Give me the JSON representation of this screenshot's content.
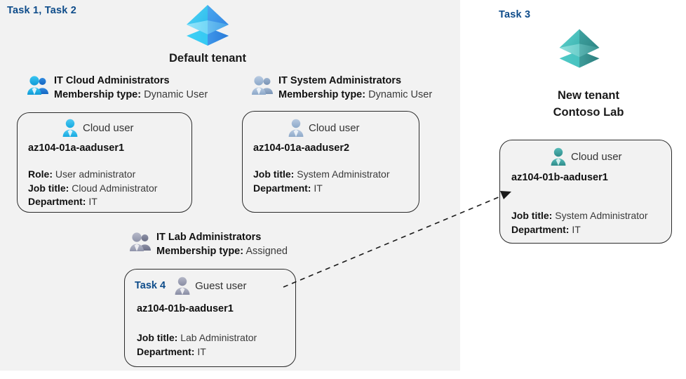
{
  "panels": {
    "left": {
      "task_label": "Task 1, Task 2"
    },
    "right": {
      "task_label": "Task 3"
    }
  },
  "tenants": {
    "default": {
      "caption": "Default tenant",
      "icon": "tenant-icon",
      "color": "#32bdf0"
    },
    "new": {
      "caption_line1": "New  tenant",
      "caption_line2": "Contoso Lab",
      "icon": "tenant-icon",
      "color": "#3fb6b6"
    }
  },
  "groups": [
    {
      "name": "IT Cloud Administrators",
      "meta_label": "Membership type:",
      "meta_value": "Dynamic User",
      "icon": "group-users-icon",
      "color": "#1aaee5"
    },
    {
      "name": "IT System Administrators",
      "meta_label": "Membership type:",
      "meta_value": "Dynamic User",
      "icon": "group-users-icon",
      "color": "#9fb6d4"
    },
    {
      "name": "IT Lab Administrators",
      "meta_label": "Membership type:",
      "meta_value": "Assigned",
      "icon": "group-users-icon",
      "color": "#9a9db4"
    }
  ],
  "cards": [
    {
      "head_label": "Cloud user",
      "icon": "cloud-user-icon",
      "color": "#2ab5e8",
      "username": "az104-01a-aaduser1",
      "props": [
        {
          "label": "Role:",
          "value": "User administrator"
        },
        {
          "label": "Job title:",
          "value": "Cloud Administrator"
        },
        {
          "label": "Department:",
          "value": "IT"
        }
      ]
    },
    {
      "head_label": "Cloud user",
      "icon": "cloud-user-icon",
      "color": "#9fb6d4",
      "username": "az104-01a-aaduser2",
      "props": [
        {
          "label": "Job title:",
          "value": "System Administrator"
        },
        {
          "label": "Department:",
          "value": "IT"
        }
      ]
    },
    {
      "task_tag": "Task 4",
      "head_label": "Guest user",
      "icon": "guest-user-icon",
      "color": "#9a9db4",
      "username": "az104-01b-aaduser1",
      "props": [
        {
          "label": "Job title:",
          "value": "Lab Administrator"
        },
        {
          "label": "Department:",
          "value": "IT"
        }
      ]
    },
    {
      "head_label": "Cloud user",
      "icon": "cloud-user-icon",
      "color": "#3fa7a7",
      "username": "az104-01b-aaduser1",
      "props": [
        {
          "label": "Job title:",
          "value": "System Administrator"
        },
        {
          "label": "Department:",
          "value": "IT"
        }
      ]
    }
  ],
  "connector": {
    "name": "guest-to-cloud-user-arrow",
    "style": "dashed-arrow",
    "color": "#1a1a1a"
  }
}
